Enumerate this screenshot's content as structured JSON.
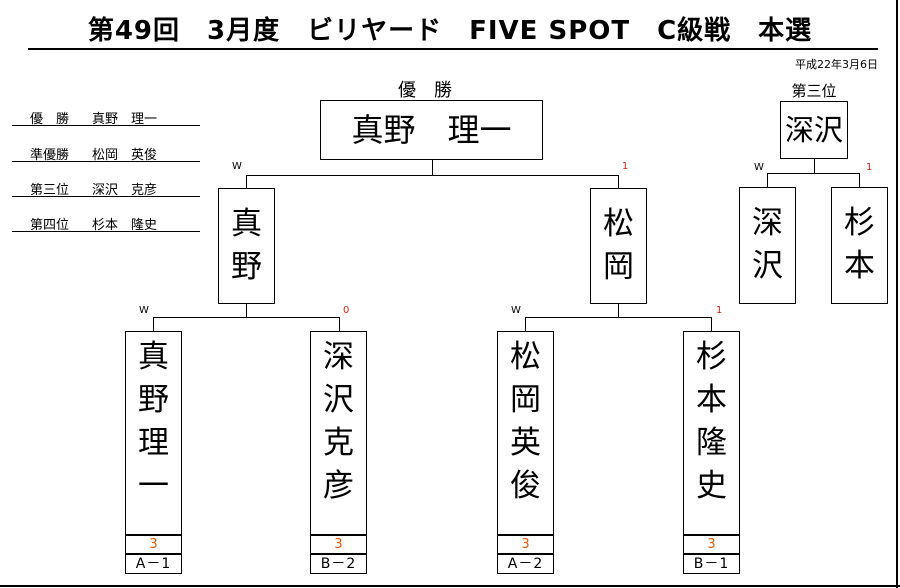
{
  "title": "第49回　3月度　ビリヤード　FIVE SPOT　C級戦　本選",
  "date": "平成22年3月6日",
  "results": [
    {
      "rank": "優　勝",
      "name": "真野　理一"
    },
    {
      "rank": "準優勝",
      "name": "松岡　英俊"
    },
    {
      "rank": "第三位",
      "name": "深沢　克彦"
    },
    {
      "rank": "第四位",
      "name": "杉本　隆史"
    }
  ],
  "champion": {
    "label": "優　勝",
    "name": "真野　理一"
  },
  "third_place": {
    "label": "第三位",
    "name": "深沢"
  },
  "semifinal": [
    {
      "name": "真野",
      "mark": "W"
    },
    {
      "name": "松岡",
      "mark": "1"
    }
  ],
  "third_match": [
    {
      "name": "深沢",
      "mark": "W"
    },
    {
      "name": "杉本",
      "mark": "1"
    }
  ],
  "first_round": [
    {
      "name": "真野　理一",
      "mark": "W",
      "score": "3",
      "code": "A－1"
    },
    {
      "name": "深沢　克彦",
      "mark": "0",
      "score": "3",
      "code": "B－2"
    },
    {
      "name": "松岡　英俊",
      "mark": "W",
      "score": "3",
      "code": "A－2"
    },
    {
      "name": "杉本　隆史",
      "mark": "1",
      "score": "3",
      "code": "B－1"
    }
  ]
}
